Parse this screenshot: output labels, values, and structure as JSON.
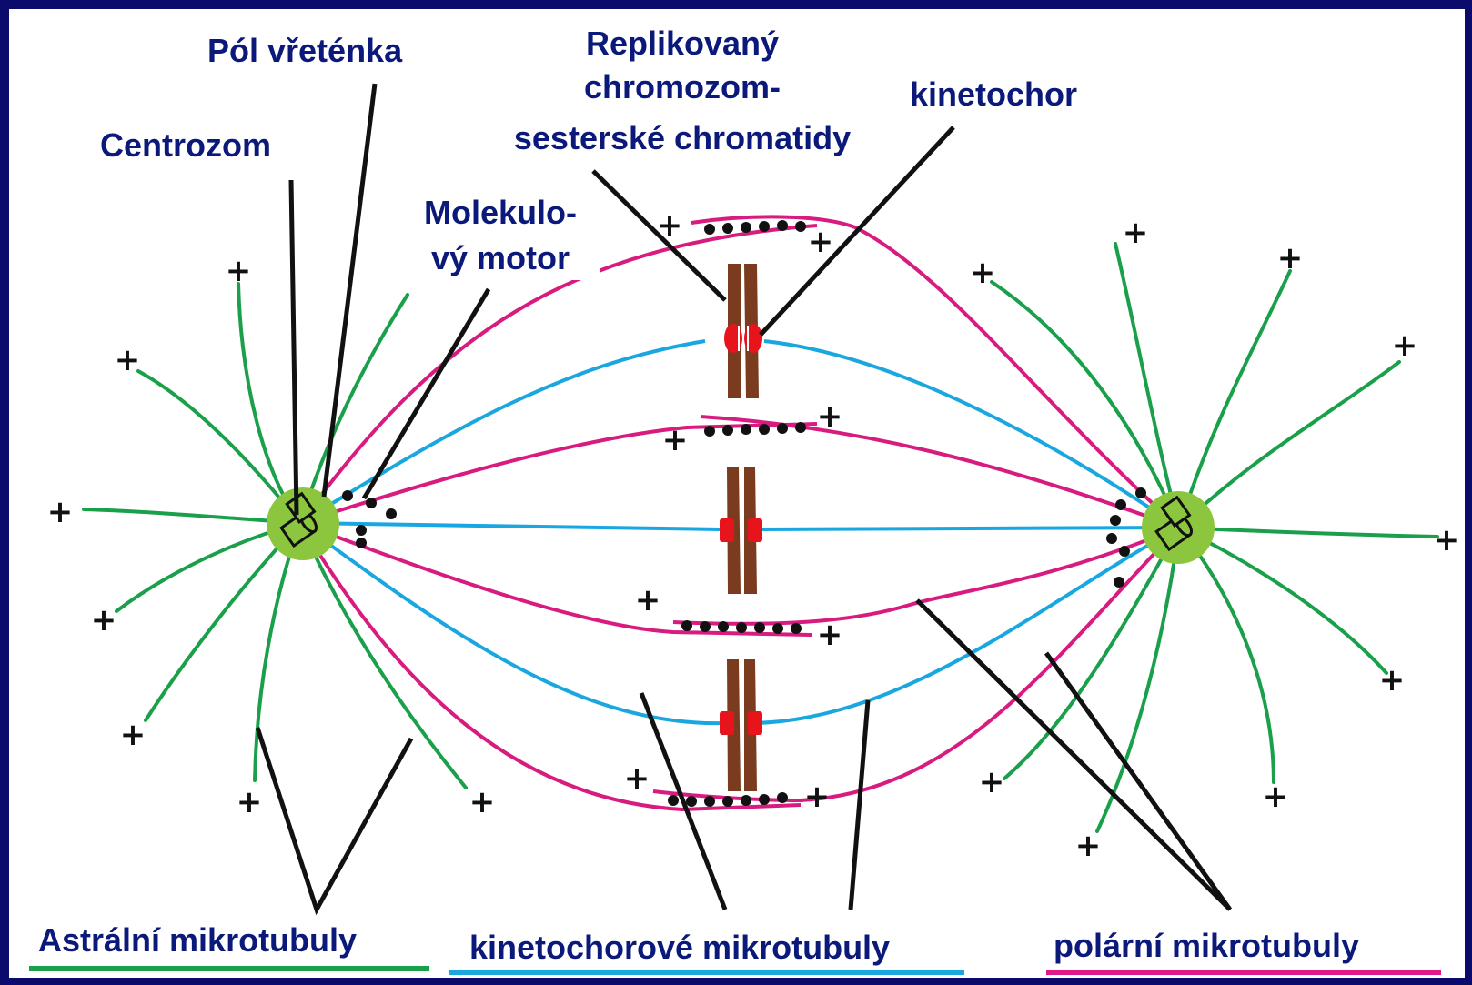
{
  "labels": {
    "pol_vretenka": "Pól vřeténka",
    "centrozom": "Centrozom",
    "replikovany": [
      "Replikovaný",
      "chromozom-",
      "sesterské chromatidy"
    ],
    "kinetochor": "kinetochor",
    "molekulovy_motor": [
      "Molekulo-",
      "vý motor"
    ]
  },
  "legend": [
    {
      "label": "Astrální mikrotubuly",
      "color": "#1a9f4a"
    },
    {
      "label": "kinetochorové mikrotubuly",
      "color": "#1aa7e0"
    },
    {
      "label": "polární mikrotubuly",
      "color": "#e0198a"
    }
  ],
  "plus_sign": "+",
  "colors": {
    "astral": "#1a9f4a",
    "kinetochore_mt": "#1aa7e0",
    "polar": "#d81b7f",
    "chromatid": "#7a3b1e",
    "kinetochore": "#e8141c",
    "centrosome": "#8cc63f",
    "frame": "#0b0b6e",
    "label_text": "#0b1a7a"
  }
}
